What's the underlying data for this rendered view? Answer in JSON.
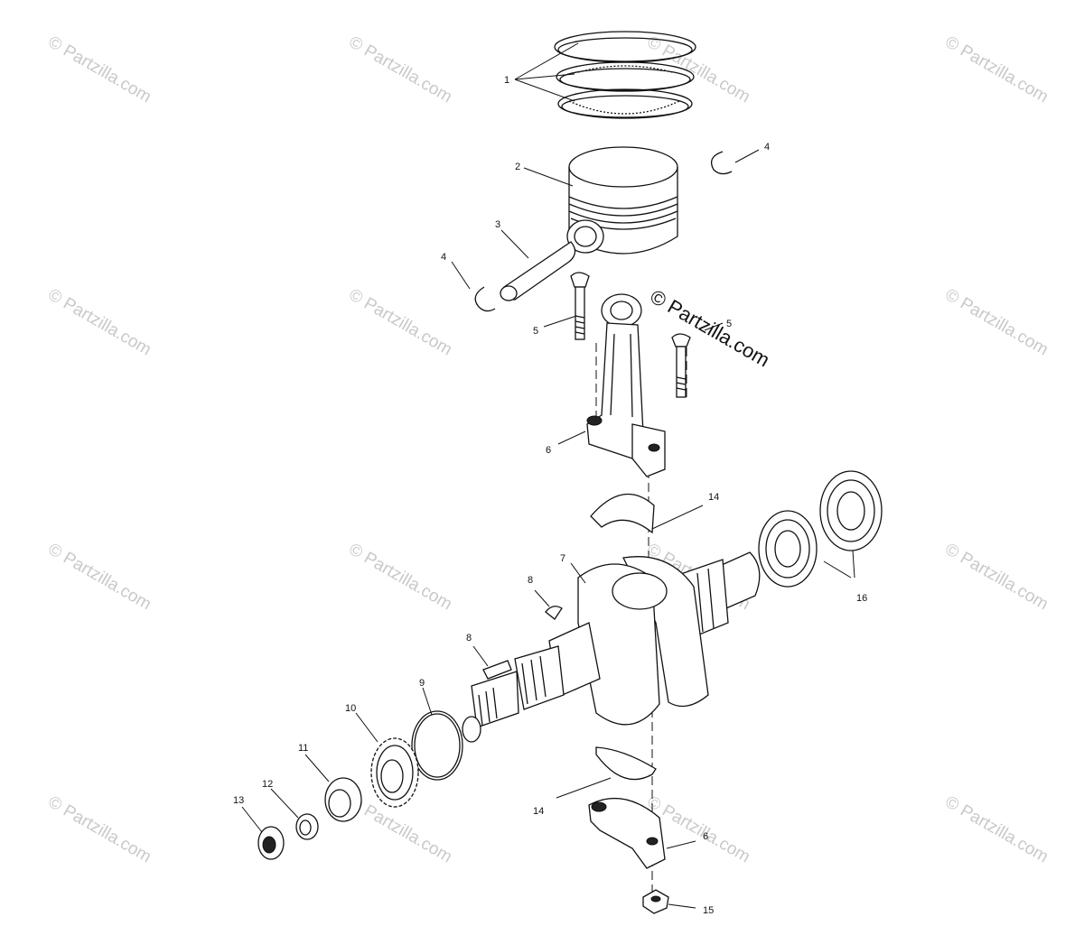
{
  "watermark": {
    "text": "© Partzilla.com",
    "center_text": "© Partzilla.com"
  },
  "callouts": [
    {
      "id": "1",
      "label": "1"
    },
    {
      "id": "2",
      "label": "2"
    },
    {
      "id": "3",
      "label": "3"
    },
    {
      "id": "4a",
      "label": "4"
    },
    {
      "id": "4b",
      "label": "4"
    },
    {
      "id": "5a",
      "label": "5"
    },
    {
      "id": "5b",
      "label": "5"
    },
    {
      "id": "6a",
      "label": "6"
    },
    {
      "id": "6b",
      "label": "6"
    },
    {
      "id": "7",
      "label": "7"
    },
    {
      "id": "8a",
      "label": "8"
    },
    {
      "id": "8b",
      "label": "8"
    },
    {
      "id": "9",
      "label": "9"
    },
    {
      "id": "10",
      "label": "10"
    },
    {
      "id": "11",
      "label": "11"
    },
    {
      "id": "12",
      "label": "12"
    },
    {
      "id": "13",
      "label": "13"
    },
    {
      "id": "14a",
      "label": "14"
    },
    {
      "id": "14b",
      "label": "14"
    },
    {
      "id": "15",
      "label": "15"
    },
    {
      "id": "16",
      "label": "16"
    }
  ]
}
